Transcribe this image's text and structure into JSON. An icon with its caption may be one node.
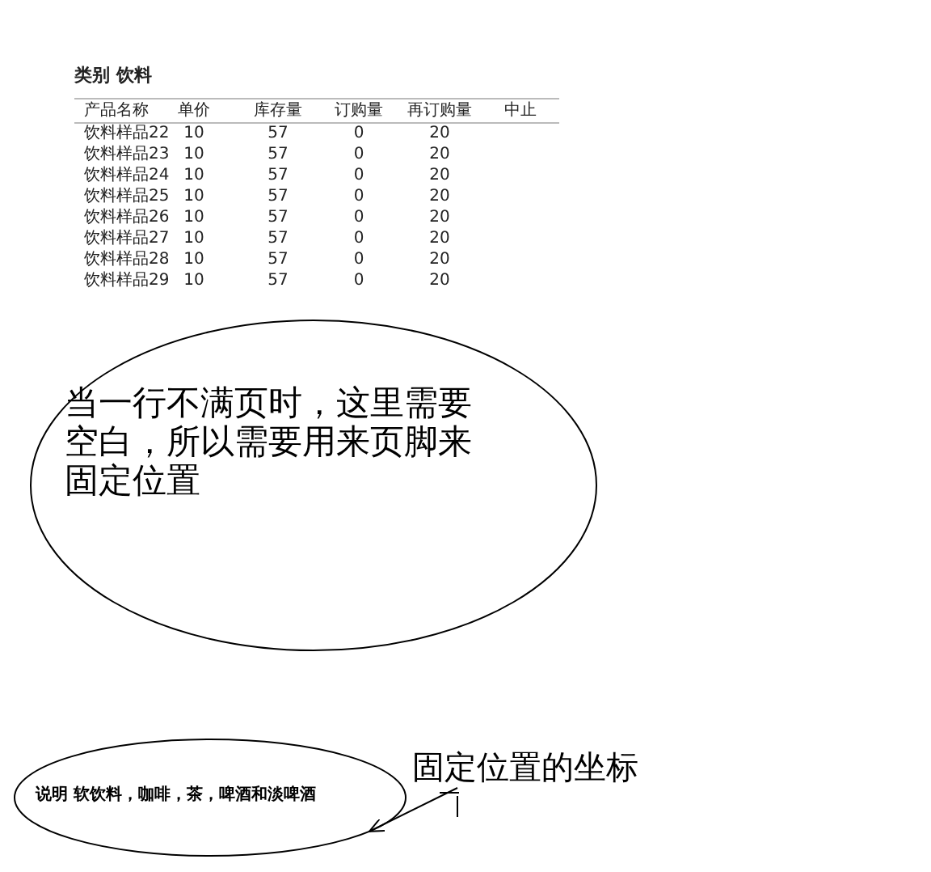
{
  "diagram": {
    "nodes": [
      {
        "text": [
          "当一行不满页时，这里需要空白，所以需要用来页脚来固定位置"
        ]
      },
      {
        "text": [
          "说明 软饮料，咖啡，茶，啤酒和淡啤酒"
        ]
      },
      {
        "text": [
          "固定位置的坐标"
        ]
      }
    ],
    "edges": [
      {
        "from": 2,
        "to": 1,
        "arrow": "to"
      }
    ],
    "labels": [
      "类别 饮料",
      "产品名称",
      "单价",
      "库存量",
      "订购量",
      "再订购量",
      "中止",
      "饮料样品22",
      "10",
      "57",
      "0",
      "20",
      "饮料样品23",
      "10",
      "57",
      "0",
      "20",
      "饮料样品24",
      "10",
      "57",
      "0",
      "20",
      "饮料样品25",
      "10",
      "57",
      "0",
      "20",
      "饮料样品26",
      "10",
      "57",
      "0",
      "20",
      "饮料样品27",
      "10",
      "57",
      "0",
      "20",
      "饮料样品28",
      "10",
      "57",
      "0",
      "20",
      "饮料样品29",
      "10",
      "57",
      "0",
      "20"
    ]
  }
}
